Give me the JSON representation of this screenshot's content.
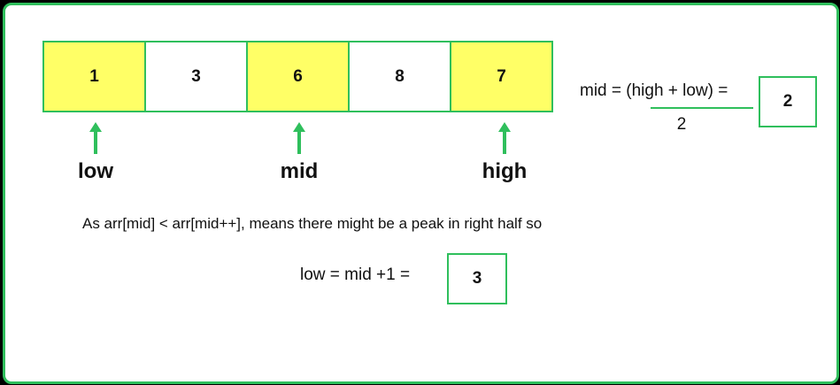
{
  "array": {
    "cells": [
      {
        "value": "1",
        "highlighted": true
      },
      {
        "value": "3",
        "highlighted": false
      },
      {
        "value": "6",
        "highlighted": true
      },
      {
        "value": "8",
        "highlighted": false
      },
      {
        "value": "7",
        "highlighted": true
      }
    ]
  },
  "pointers": {
    "low": "low",
    "mid": "mid",
    "high": "high"
  },
  "formula": {
    "numerator": "mid = (high + low) =",
    "denominator": "2",
    "result": "2"
  },
  "explanation": "As arr[mid] < arr[mid++], means there might be a peak in right half so",
  "update": {
    "expression": "low = mid +1 =",
    "result": "3"
  },
  "colors": {
    "accent": "#2fbf5c",
    "highlight": "#ffff66",
    "background": "#ffffff",
    "frame": "#000000"
  },
  "icons": [
    "up-arrow-icon"
  ]
}
